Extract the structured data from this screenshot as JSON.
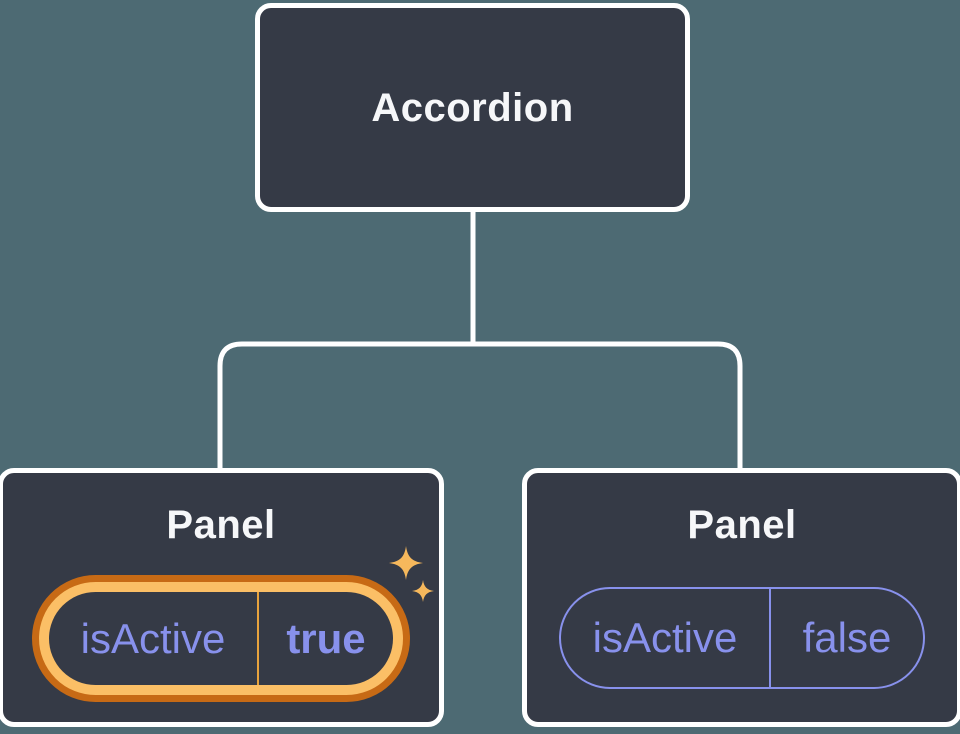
{
  "diagram": {
    "root": {
      "label": "Accordion"
    },
    "panels": [
      {
        "label": "Panel",
        "state_key": "isActive",
        "state_value": "true",
        "highlighted": true,
        "icon": "sparkles-icon"
      },
      {
        "label": "Panel",
        "state_key": "isActive",
        "state_value": "false",
        "highlighted": false
      }
    ]
  },
  "colors": {
    "background": "#4d6a73",
    "node_fill": "#353a46",
    "node_border": "#ffffff",
    "title_text": "#f6f7f9",
    "state_text": "#8891ec",
    "pill_border_inactive": "#8891ec",
    "highlight_outer": "#c76a15",
    "highlight_inner": "#fbbf66",
    "highlight_divider": "#e8a33d",
    "sparkle": "#f6b85c"
  }
}
